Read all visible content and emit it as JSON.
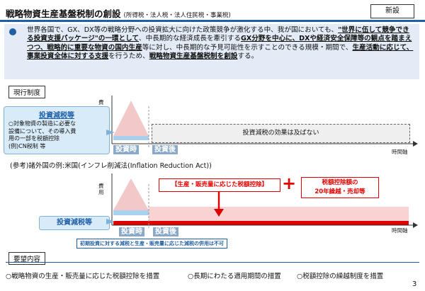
{
  "header": {
    "title": "戦略物資生産基盤税制の創設",
    "subtitle": "(所得税・法人税・法人住民税・事業税)",
    "badge": "新設"
  },
  "summary": {
    "p1": "世界各国で、GX、DX等の戦略分野への投資拡大に向けた政策競争が激化する中、我が国においても、",
    "p2": "\"世界に伍して競争できる投資支援パッケージ\"の一環として",
    "p3": "、中長期的な経済成長を牽引する",
    "p4": "GX分野を中心に、DXや経済安全保障等の観点を踏まえつつ、戦略的に重要な物資の国内生産",
    "p5": "等に対し、中長期的な予見可能性を示すことのできる規模・期間で、",
    "p6": "生産活動に応じて、事業投資全体に対する支援",
    "p7": "を行うため、",
    "p8": "戦略物資生産基盤税制を創設",
    "p9": "する。"
  },
  "current": {
    "label": "現行制度",
    "y_axis": "費用",
    "x_axis": "時間軸",
    "phase_invest": "投資時",
    "phase_after": "投資後",
    "no_effect": "投資減税の効果は及ばない",
    "kozei_title": "投資減税等",
    "kozei_text1": "○対象物資の製造に必要な",
    "kozei_text2": "設備について、その導入費",
    "kozei_text3": "用の一部を税額控除",
    "kozei_text4": "(例)CN税制 等"
  },
  "reference": {
    "label": "(参考)諸外国の例:米国(インフレ削減法(Inflation Reduction Act))",
    "y_axis": "費用",
    "x_axis": "時間軸",
    "phase_invest": "投資時",
    "phase_after": "投資後",
    "kozei_title": "投資減税等",
    "credit_label": "【生産・販売量に応じた税額控除】",
    "plus": "+",
    "carry1": "税額控除額の",
    "carry2": "20年繰越・売却等",
    "note": "初期投資に対する減税と生産・販売量に応じた減税の併用は不可"
  },
  "requests": {
    "label": "要望内容",
    "items": [
      "○戦略物資の生産・販売量に応じた税額控除を措置",
      "○長期にわたる適用期間の措置",
      "○税額控除の繰越制度を措置"
    ]
  },
  "page_number": "3",
  "colors": {
    "accent": "#1f5fa8",
    "red": "#e00000",
    "pink": "#f2c8c8",
    "light_blue": "#d8ebf8"
  }
}
